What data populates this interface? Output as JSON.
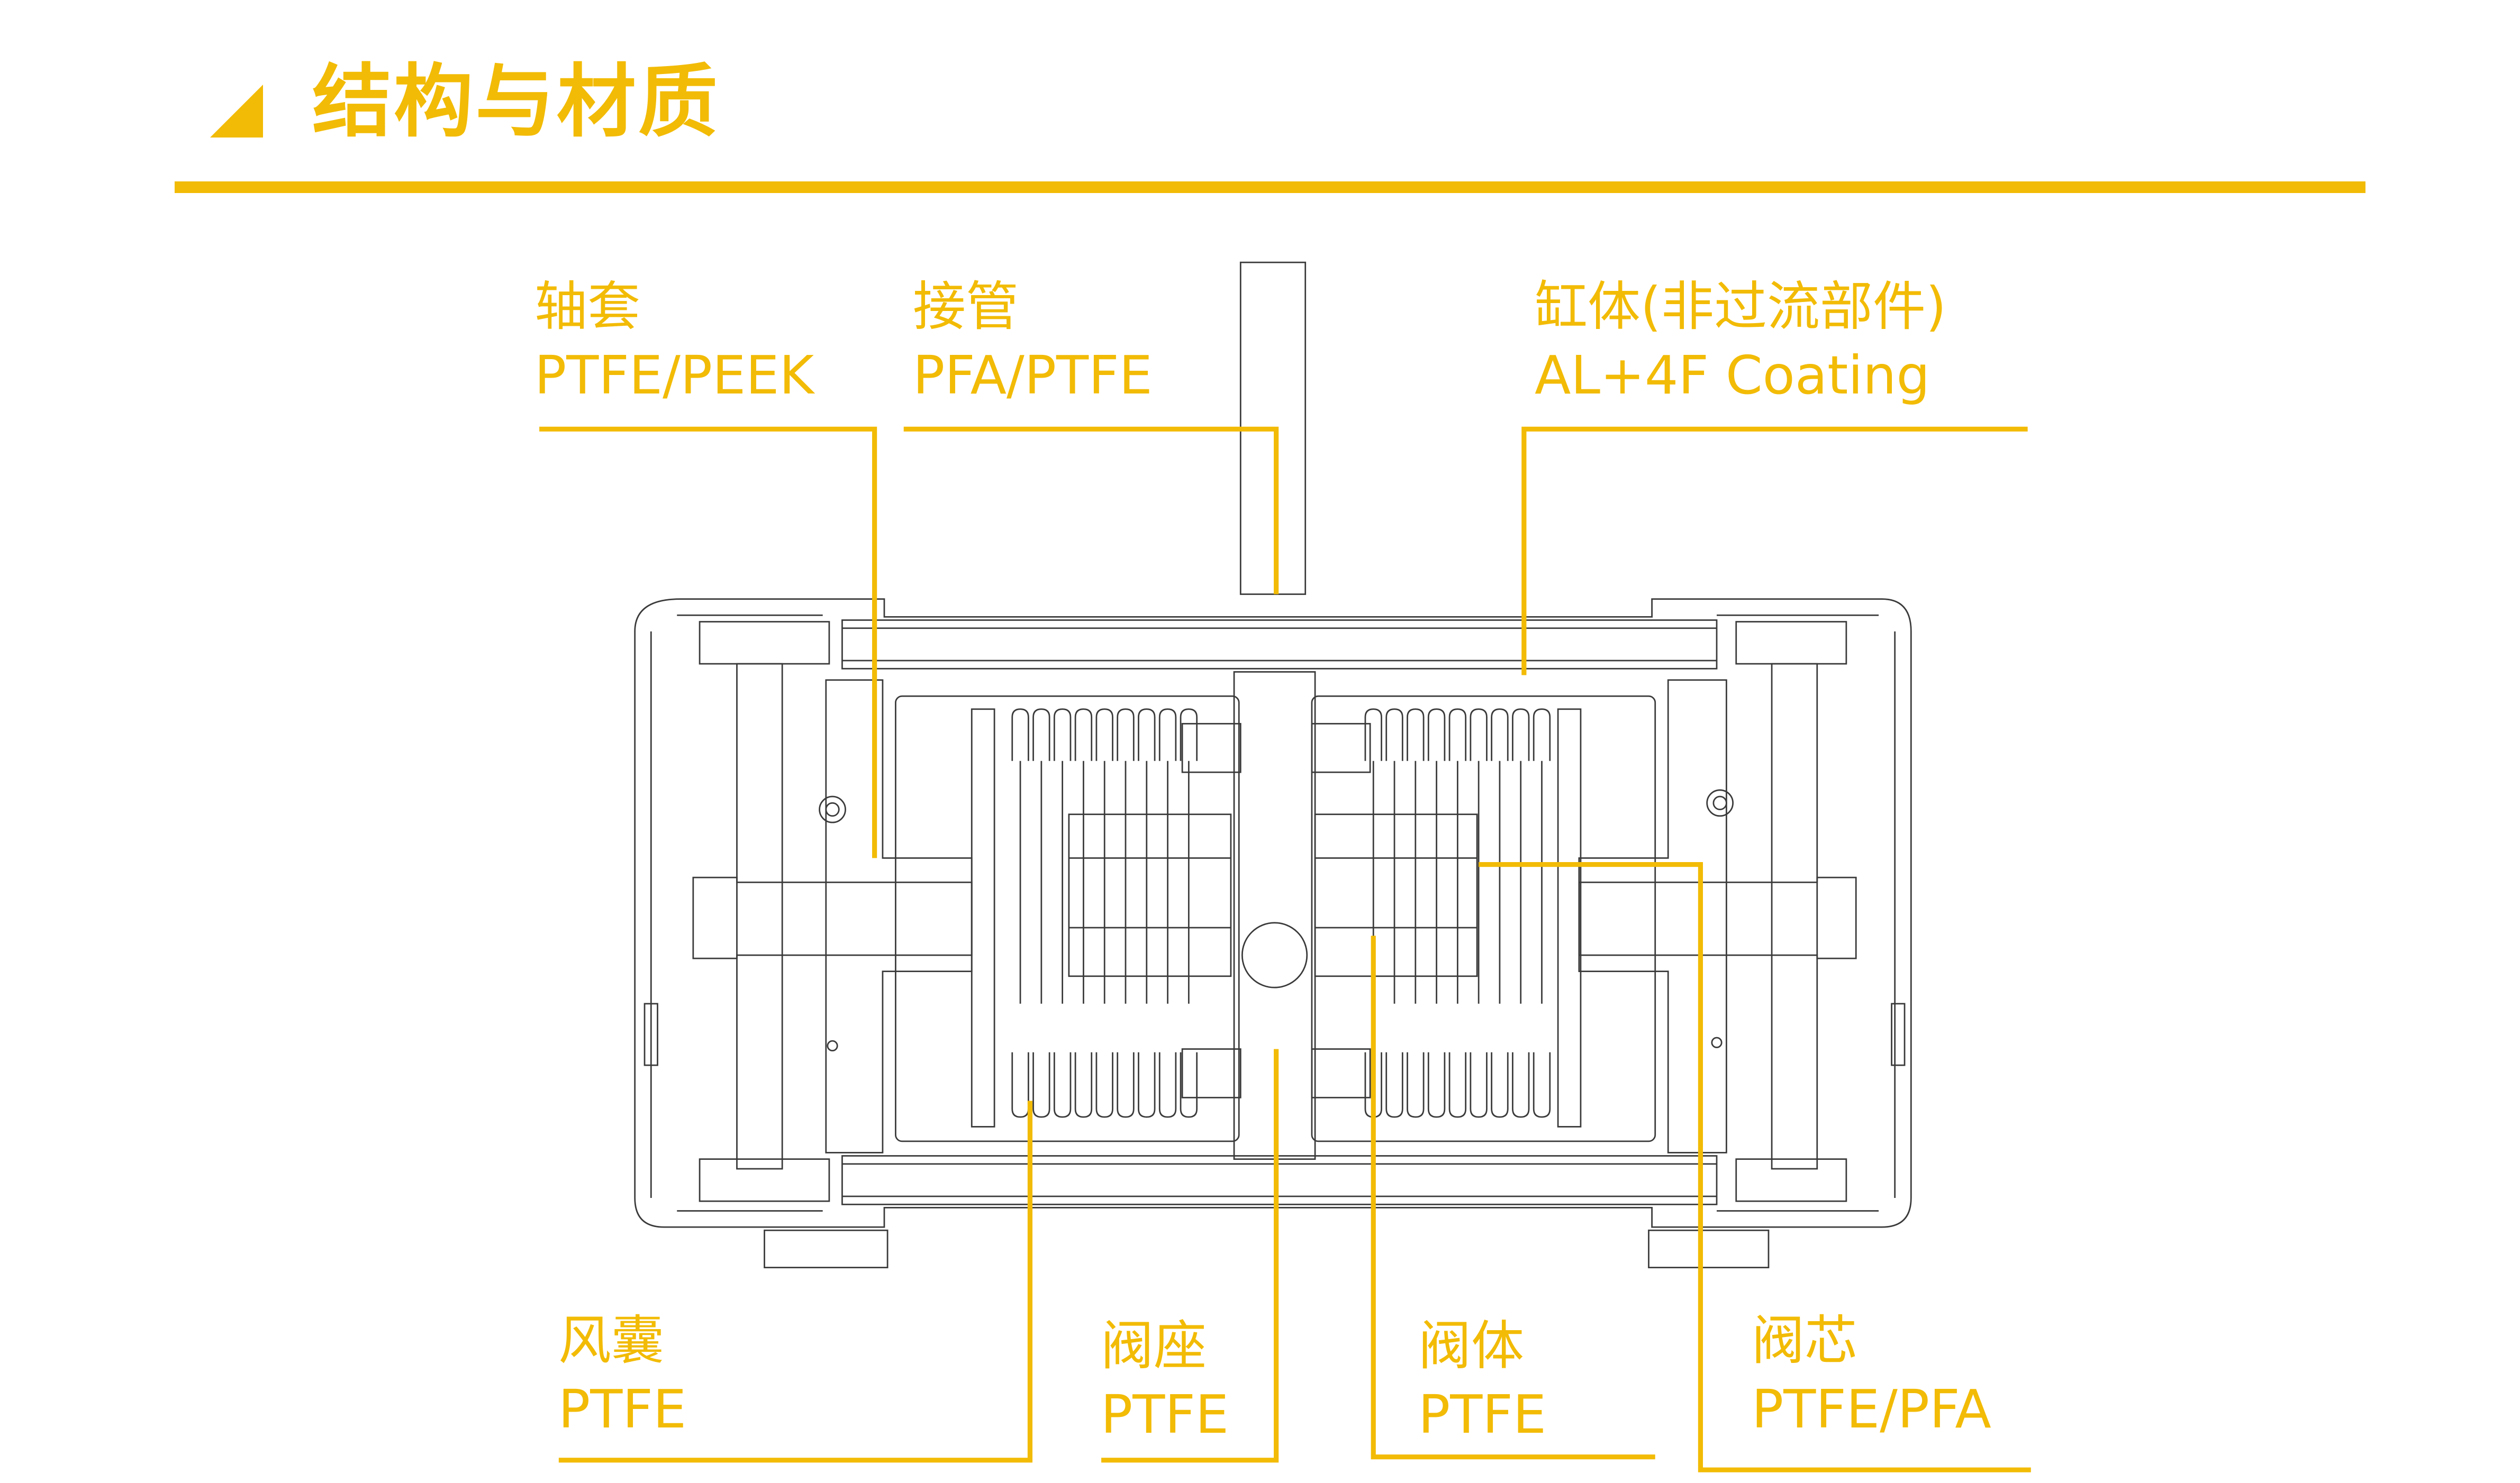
{
  "header": {
    "title": "结构与材质",
    "accent_color": "#F2BB05",
    "marker_icon": "triangle-marker-icon"
  },
  "diagram": {
    "subject": "valve cross-section drawing",
    "line_color": "#3a3a3a",
    "callouts": [
      {
        "id": "bushing",
        "name": "轴套",
        "material": "PTFE/PEEK",
        "position": "top"
      },
      {
        "id": "connector",
        "name": "接管",
        "material": "PFA/PTFE",
        "position": "top"
      },
      {
        "id": "cylinder",
        "name": "缸体(非过流部件)",
        "material": "AL+4F Coating",
        "position": "top"
      },
      {
        "id": "bellows",
        "name": "风囊",
        "material": "PTFE",
        "position": "bottom"
      },
      {
        "id": "valve-seat",
        "name": "阀座",
        "material": "PTFE",
        "position": "bottom"
      },
      {
        "id": "valve-body",
        "name": "阀体",
        "material": "PTFE",
        "position": "bottom"
      },
      {
        "id": "valve-core",
        "name": "阀芯",
        "material": "PTFE/PFA",
        "position": "bottom"
      }
    ]
  }
}
